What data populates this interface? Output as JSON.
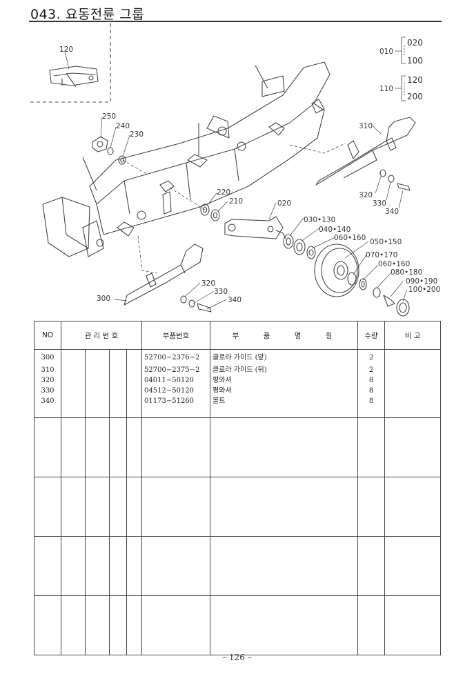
{
  "page": {
    "title": "043. 요동전륜 그룹",
    "page_number": "– 126 –"
  },
  "diagram": {
    "callouts": {
      "c120": "120",
      "c250": "250",
      "c240": "240",
      "c230": "230",
      "c220": "220",
      "c210": "210",
      "c020": "020",
      "c030": "030•130",
      "c040": "040•140",
      "c060a": "060•160",
      "c050": "050•150",
      "c070": "070•170",
      "c060b": "060•160",
      "c080": "080•180",
      "c090": "090•190",
      "c100": "100•200",
      "c310": "310",
      "c320a": "320",
      "c330a": "330",
      "c340a": "340",
      "c300": "300",
      "c320b": "320",
      "c330b": "330",
      "c340b": "340"
    },
    "legend": {
      "g1_parent": "010",
      "g1_a": "020",
      "g1_b": "100",
      "g2_parent": "110",
      "g2_a": "120",
      "g2_b": "200"
    }
  },
  "table": {
    "headers": {
      "no": "NO",
      "mgmt": "관 리 번 호",
      "part_no": "부품번호",
      "part_name": "부 품 명 칭",
      "qty": "수량",
      "remarks": "비 고"
    },
    "rows": [
      {
        "no": "300",
        "part_no": "52700−2376−2",
        "name": "클로라 가이드 (앞)",
        "qty": "2"
      },
      {
        "no": "310",
        "part_no": "52700−2375−2",
        "name": "클로라 가이드 (뒤)",
        "qty": "2"
      },
      {
        "no": "320",
        "part_no": "04011−50120",
        "name": "평와셔",
        "qty": "8"
      },
      {
        "no": "330",
        "part_no": "04512−50120",
        "name": "평와셔",
        "qty": "8"
      },
      {
        "no": "340",
        "part_no": "01173−51260",
        "name": "볼트",
        "qty": "8"
      }
    ]
  }
}
